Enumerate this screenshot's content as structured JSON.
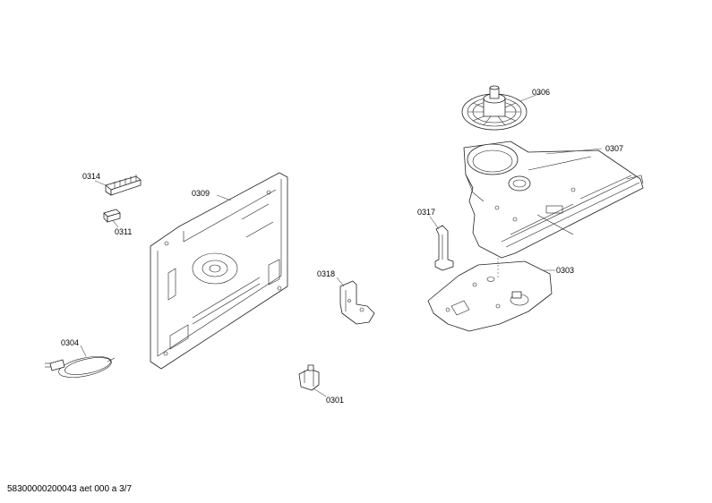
{
  "diagram": {
    "callouts": {
      "p0306": "0306",
      "p0307": "0307",
      "p0314": "0314",
      "p0309": "0309",
      "p0317": "0317",
      "p0311": "0311",
      "p0318": "0318",
      "p0303": "0303",
      "p0304": "0304",
      "p0301": "0301"
    },
    "footer": "58300000200043 aet 000 a 3/7"
  }
}
